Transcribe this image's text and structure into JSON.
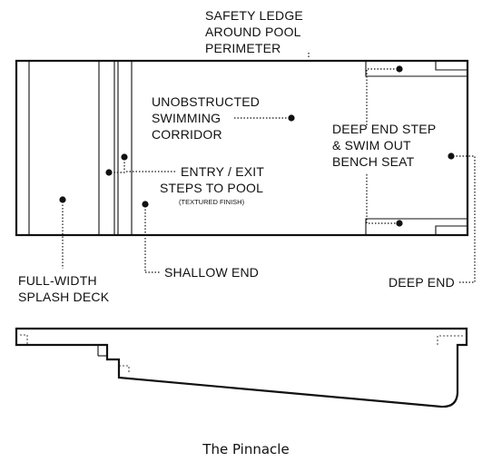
{
  "labels": {
    "safety_ledge": [
      "SAFETY LEDGE",
      "AROUND POOL",
      "PERIMETER"
    ],
    "corridor": [
      "UNOBSTRUCTED",
      "SWIMMING",
      "CORRIDOR"
    ],
    "deep_end_step": [
      "DEEP END STEP",
      "& SWIM OUT",
      "BENCH SEAT"
    ],
    "entry_exit": [
      "ENTRY / EXIT",
      "STEPS TO POOL"
    ],
    "textured": "(TEXTURED FINISH)",
    "splash_deck": [
      "FULL-WIDTH",
      "SPLASH DECK"
    ],
    "shallow_end": "SHALLOW END",
    "deep_end": "DEEP END"
  },
  "caption": "The Pinnacle"
}
